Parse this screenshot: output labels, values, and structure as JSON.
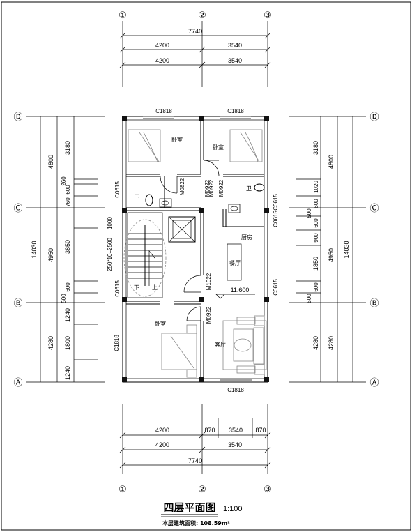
{
  "drawing": {
    "title": "四层平面图",
    "scale": "1:100",
    "area_note": "本层建筑面积: 108.59m²"
  },
  "axes": {
    "vertical": [
      "①",
      "②",
      "③"
    ],
    "horizontal": [
      "Ⓐ",
      "Ⓑ",
      "Ⓒ",
      "Ⓓ"
    ]
  },
  "dims": {
    "top_total": "7740",
    "top_row1": [
      "4200",
      "3540"
    ],
    "top_row2": [
      "4200",
      "3540"
    ],
    "bottom_row1": [
      "4200",
      "870",
      "3540",
      "870"
    ],
    "bottom_row2": [
      "4200",
      "3540"
    ],
    "bottom_total": "7740",
    "left_total": "14030",
    "left_major": [
      "4800",
      "4950",
      "4280"
    ],
    "left_minor": [
      "3180",
      "260",
      "600",
      "760",
      "1000",
      "3850",
      "600",
      "500",
      "1240",
      "1800",
      "1240"
    ],
    "right_total": "14030",
    "right_major": [
      "4800",
      "4950",
      "4280"
    ],
    "right_minor": [
      "3180",
      "1020",
      "600",
      "500",
      "600",
      "900",
      "1850",
      "600",
      "500",
      "4280"
    ]
  },
  "rooms": {
    "bed1": "卧室",
    "bed2": "卧室",
    "bed3": "卧室",
    "bath1": "卫",
    "bath2": "卫",
    "kitchen": "厨房",
    "dining": "餐厅",
    "living": "客厅",
    "stair_down": "下",
    "stair_up": "上",
    "elevation": "11.600"
  },
  "openings": {
    "c1818_top_left": "C1818",
    "c1818_top_right": "C1818",
    "c1818_left": "C1818",
    "c1818_bottom": "C1818",
    "c0615_left_top": "C0615",
    "c0615_left_mid": "C0615",
    "c0615_right_top": "C0615",
    "c0615_right_mid": "C0615",
    "c0615_right_low": "C0615",
    "m0822": "M0822",
    "m0922_a": "M0922",
    "m0922_b": "M0922",
    "m0922_c": "M0922",
    "m0922_d": "M0922",
    "m1022": "M1022",
    "stair_note": "250*10=2500"
  }
}
